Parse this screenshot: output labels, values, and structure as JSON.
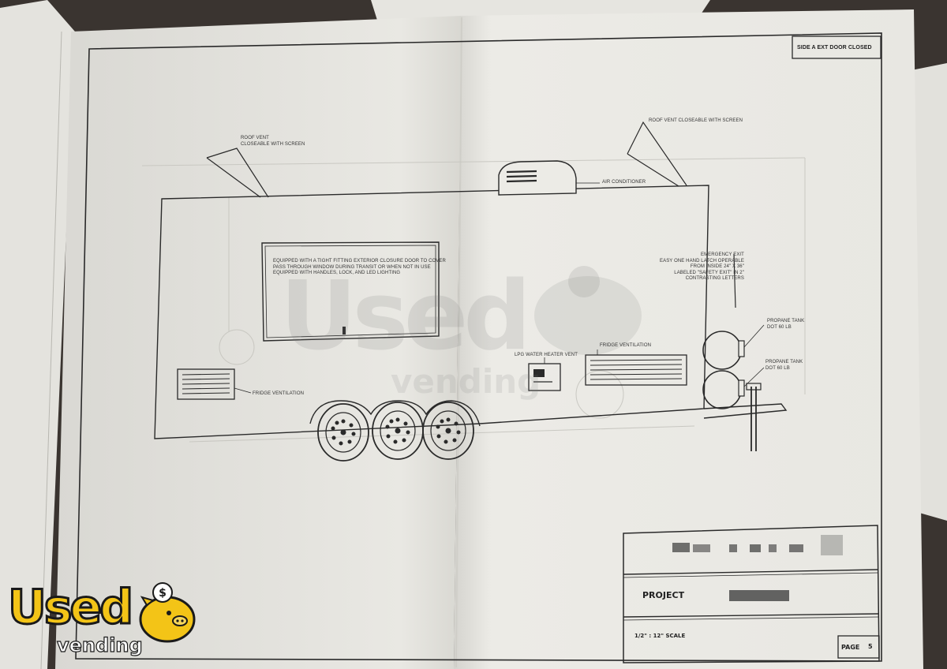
{
  "drawing": {
    "side_title": "SIDE A EXT DOOR CLOSED",
    "callouts": {
      "roof_vent_left": "ROOF VENT\nCLOSEABLE WITH SCREEN",
      "roof_vent_right": "ROOF VENT CLOSEABLE WITH SCREEN",
      "air_conditioner": "AIR CONDITIONER",
      "window_note": "EQUIPPED WITH A TIGHT FITTING EXTERIOR CLOSURE DOOR TO COVER\nPASS THROUGH WINDOW DURING TRANSIT OR WHEN NOT IN USE\nEQUIPPED WITH HANDLES, LOCK, AND LED LIGHTING",
      "emergency_exit": "EMERGENCY EXIT\nEASY ONE HAND LATCH OPERABLE\nFROM INSIDE 24\" X 36\"\nLABELED \"SAFETY EXIT\" IN 2\"\nCONTRASTING LETTERS",
      "propane_tank_1": "PROPANE TANK\nDOT 60 LB",
      "propane_tank_2": "PROPANE TANK\nDOT 60 LB",
      "fridge_ventilation_right": "FRIDGE VENTILATION",
      "lpg_water_heater_vent": "LPG WATER HEATER VENT",
      "fridge_ventilation_left": "FRIDGE VENTILATION"
    }
  },
  "title_block": {
    "project_label": "PROJECT",
    "scale": "1/2\" : 12\" SCALE",
    "page_label": "PAGE",
    "page_number": "5"
  },
  "watermark": {
    "word1": "Used",
    "word2": "vending"
  },
  "logo": {
    "word1": "Used",
    "word2": "vending",
    "badge_symbol": "$"
  },
  "colors": {
    "paper": "#ecebe6",
    "ink": "#2a2a2a",
    "background": "#3a3430",
    "logo_yellow": "#f3c417"
  }
}
